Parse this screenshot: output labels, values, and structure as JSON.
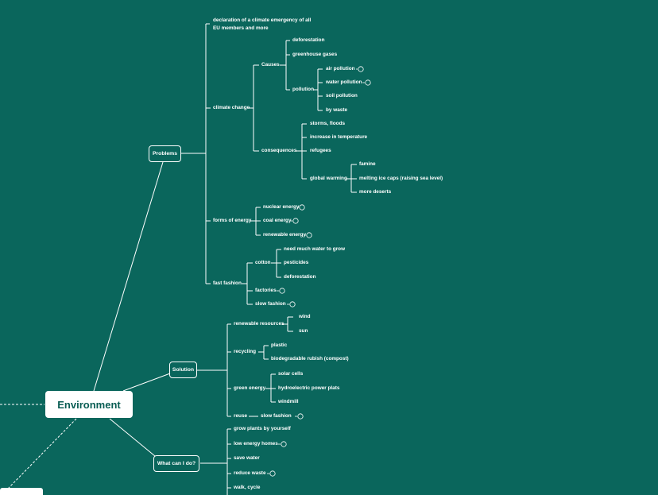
{
  "root": {
    "label": "Environment"
  },
  "branches": {
    "problems": {
      "label": "Problems",
      "declaration": "declaration of a climate emergency of all EU members and more",
      "climate_change": {
        "label": "climate change",
        "causes": {
          "label": "Causes",
          "deforestation": "deforestation",
          "greenhouse": "greenhouse gases",
          "pollution": {
            "label": "pollution",
            "air": "air pollution",
            "water": "water pollution",
            "soil": "soil pollution",
            "waste": "by waste"
          }
        },
        "consequences": {
          "label": "consequences",
          "storms": "storms, floods",
          "temperature": "increase in temperature",
          "refugees": "refugees",
          "global_warming": {
            "label": "global warming",
            "famine": "famine",
            "ice_caps": "melting ice caps (raising sea level)",
            "deserts": "more deserts"
          }
        }
      },
      "energy_forms": {
        "label": "forms of energy",
        "nuclear": "nuclear energy",
        "coal": "coal energy",
        "renewable": "renewable energy"
      },
      "fast_fashion": {
        "label": "fast fashion",
        "cotton": {
          "label": "cotton",
          "water": "need much water to grow",
          "pesticides": "pesticides",
          "deforestation": "deforestation"
        },
        "factories": "factories",
        "slow_fashion": "slow fashion"
      }
    },
    "solution": {
      "label": "Solution",
      "renewable_resources": {
        "label": "renewable resources",
        "wind": "wind",
        "sun": "sun"
      },
      "recycling": {
        "label": "recycling",
        "plastic": "plastic",
        "biodegradable": "biodegradable rubish (compost)"
      },
      "green_energy": {
        "label": "green energy",
        "solar": "solar cells",
        "hydro": "hydroelectric power plats",
        "windmill": "windmill"
      },
      "reuse": {
        "label": "reuse",
        "slow_fashion": "slow fashion"
      }
    },
    "actions": {
      "label": "What can I do?",
      "grow": "grow plants by yourself",
      "homes": "low energy homes",
      "water": "save water",
      "waste": "reduce waste",
      "walk": "walk, cycle"
    }
  },
  "icons": {
    "note": "note-bubble-icon"
  },
  "colors": {
    "background": "#0a665c",
    "line": "#ffffff",
    "root_text": "#0a5d54"
  }
}
